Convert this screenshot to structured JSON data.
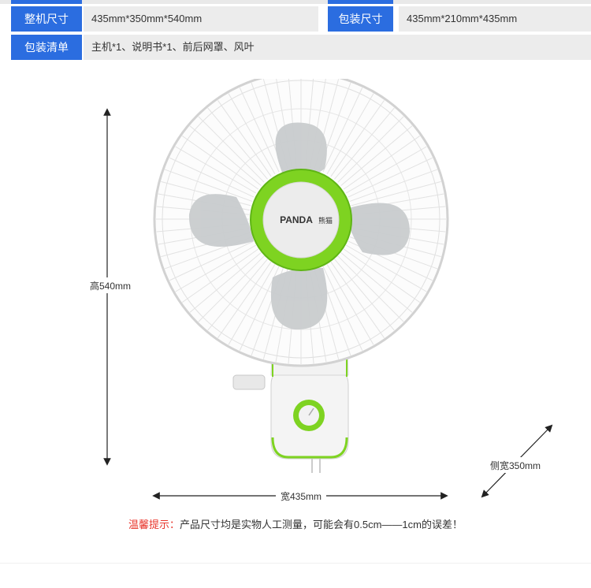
{
  "specs": [
    [
      {
        "label": "整机尺寸",
        "value": "435mm*350mm*540mm"
      },
      {
        "label": "包装尺寸",
        "value": "435mm*210mm*435mm"
      }
    ],
    [
      {
        "label": "包装清单",
        "value": "主机*1、说明书*1、前后网罩、风叶"
      }
    ]
  ],
  "product": {
    "brand": "PANDA",
    "brand_mark": "熊猫"
  },
  "dimensions": {
    "height_label": "高540mm",
    "width_label": "宽435mm",
    "depth_label": "侧宽350mm"
  },
  "note": {
    "prefix": "温馨提示：",
    "text": "产品尺寸均是实物人工测量，可能会有0.5cm——1cm的误差！"
  },
  "colors": {
    "label_bg": "#2b6de0",
    "accent_green": "#7ed321",
    "warning_red": "#e8352b"
  }
}
